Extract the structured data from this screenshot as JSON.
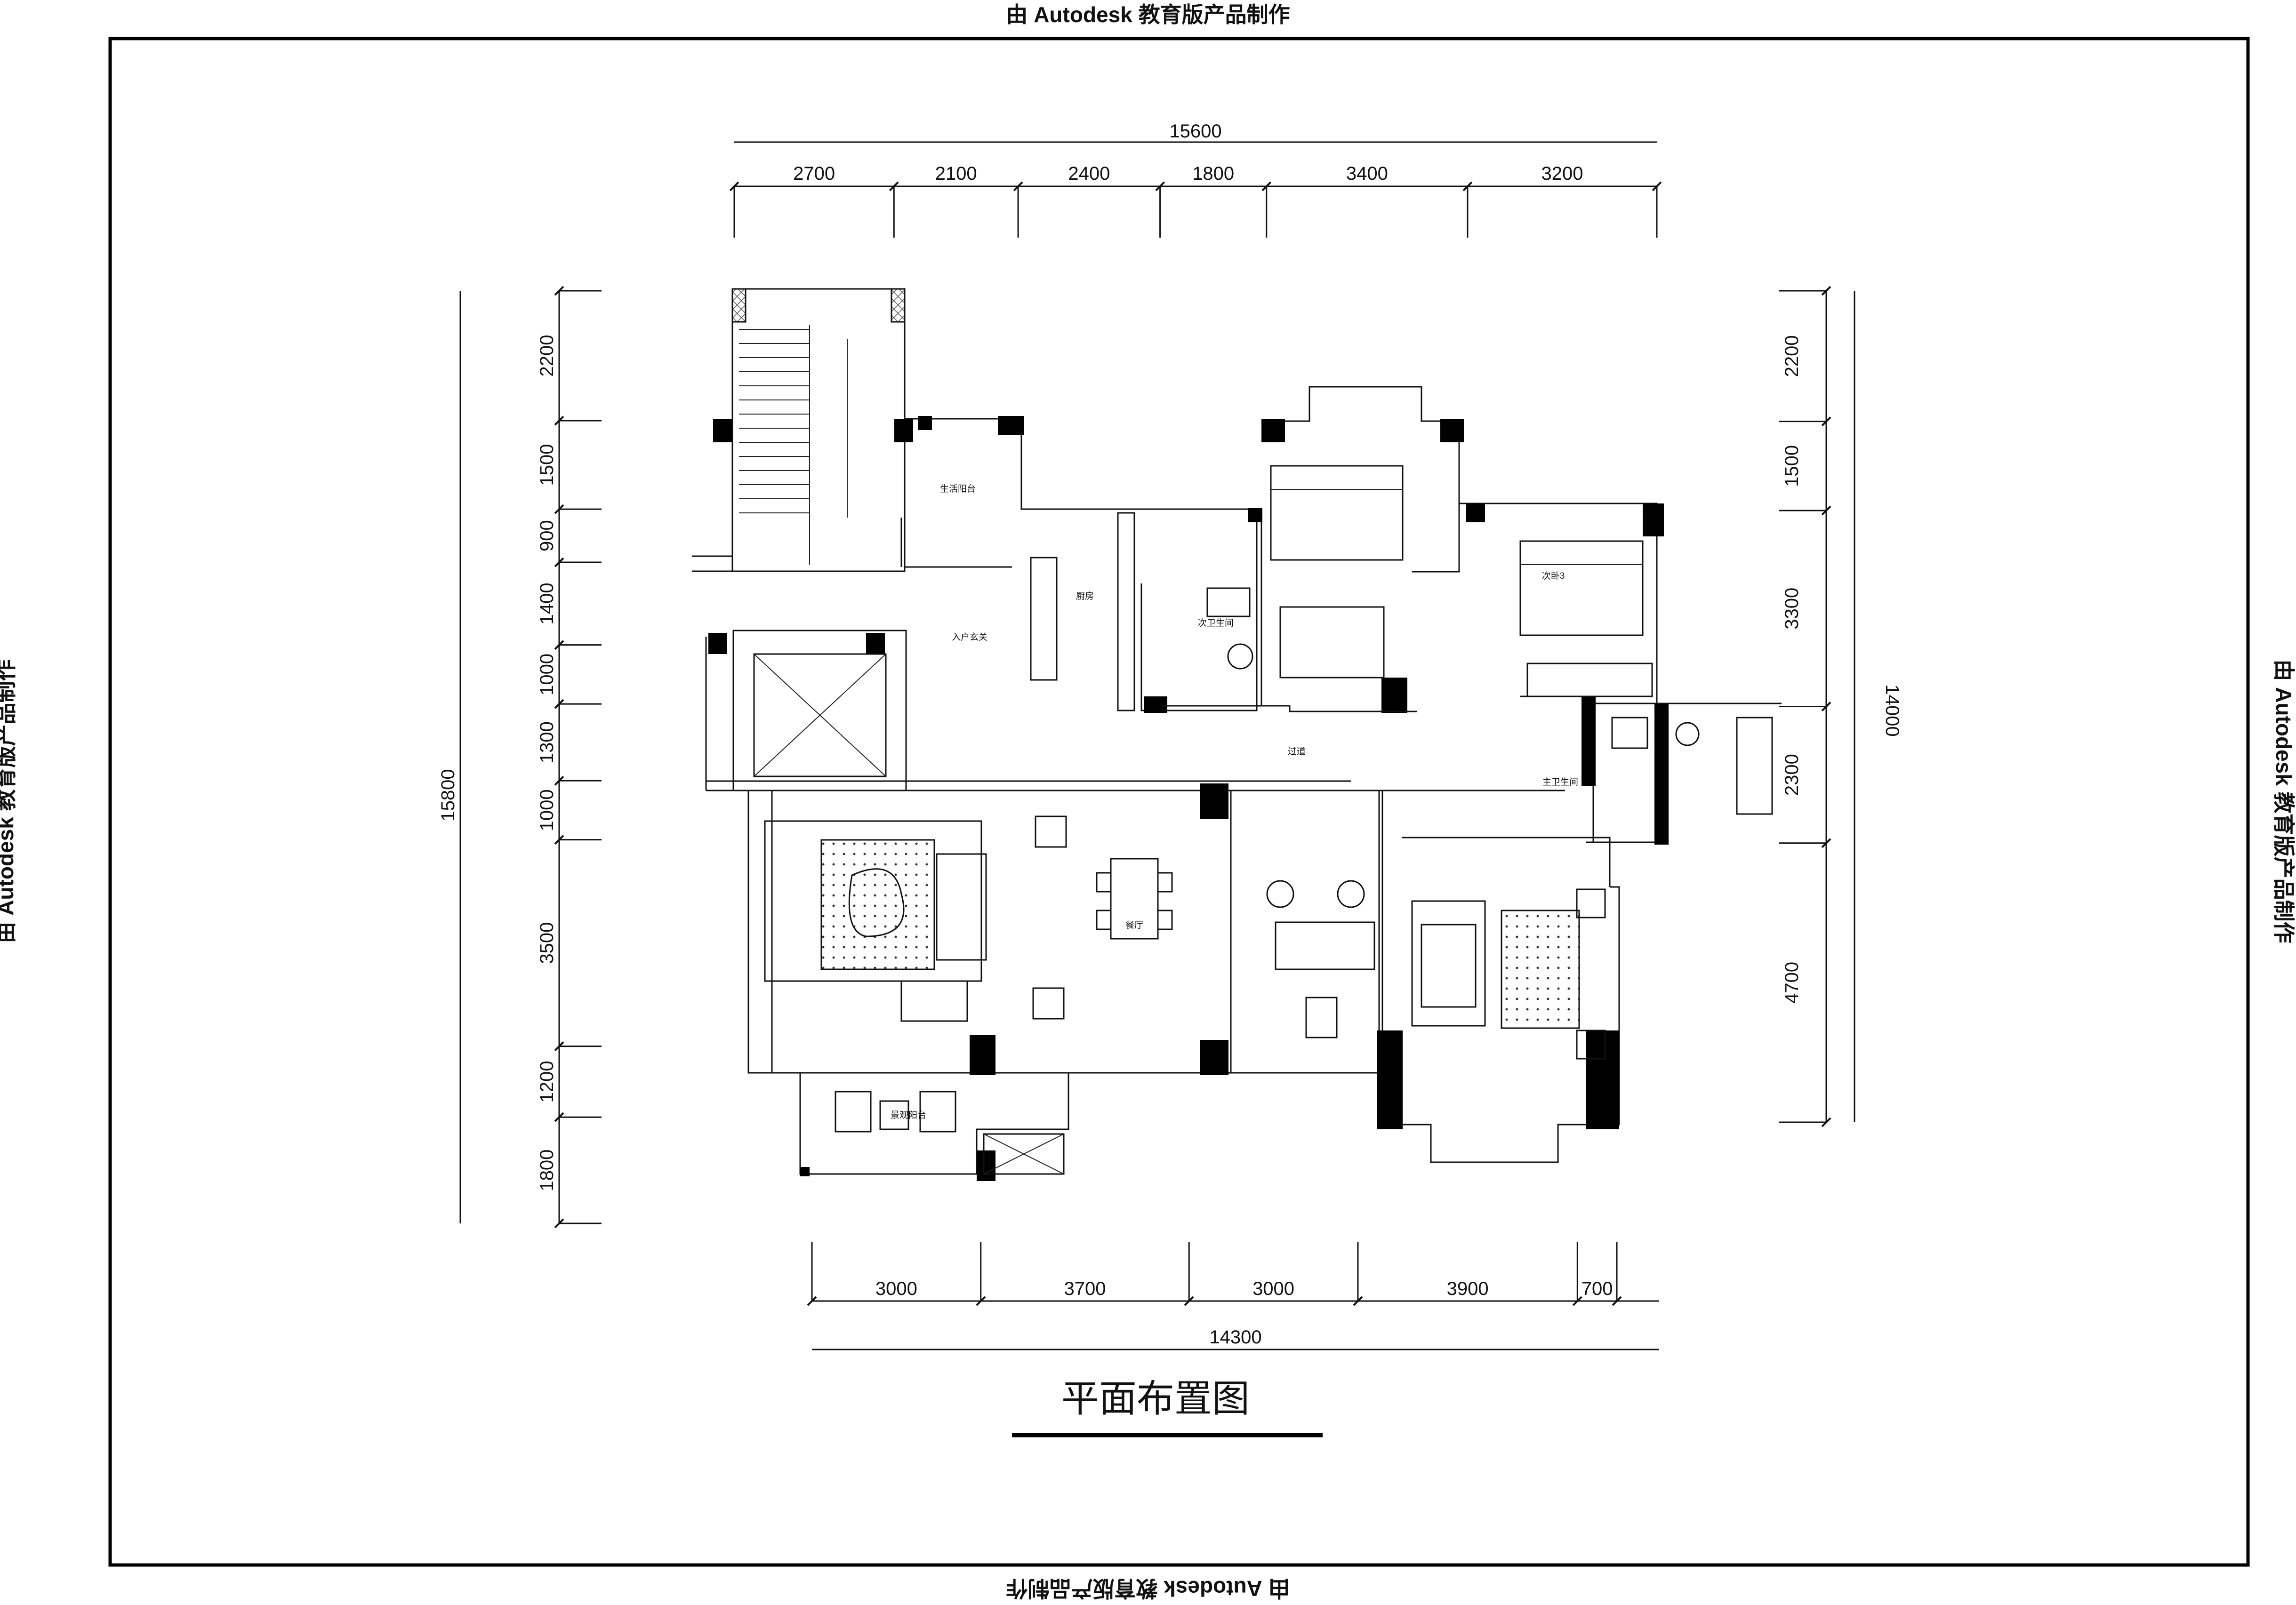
{
  "watermark": {
    "text": "由 Autodesk 教育版产品制作"
  },
  "drawing_title": "平面布置图",
  "dimensions": {
    "top_total": "15600",
    "top_segments": [
      "2700",
      "2100",
      "2400",
      "1800",
      "3400",
      "3200"
    ],
    "bottom_total": "14300",
    "bottom_segments": [
      "3000",
      "3700",
      "3000",
      "3900",
      "700"
    ],
    "left_total": "15800",
    "left_segments": [
      "2200",
      "1500",
      "900",
      "1400",
      "1000",
      "1300",
      "1000",
      "3500",
      "1200",
      "1800"
    ],
    "right_total": "14000",
    "right_segments": [
      "2200",
      "1500",
      "3300",
      "2300",
      "4700"
    ]
  },
  "rooms": {
    "utility_balcony": "生活阳台",
    "kitchen": "厨房",
    "entrance": "入户玄关",
    "secondary_bath": "次卫生间",
    "corridor": "过道",
    "master_bath": "主卫生间",
    "bedroom3": "次卧3",
    "dining": "餐厅",
    "living_balcony": "景观阳台"
  }
}
